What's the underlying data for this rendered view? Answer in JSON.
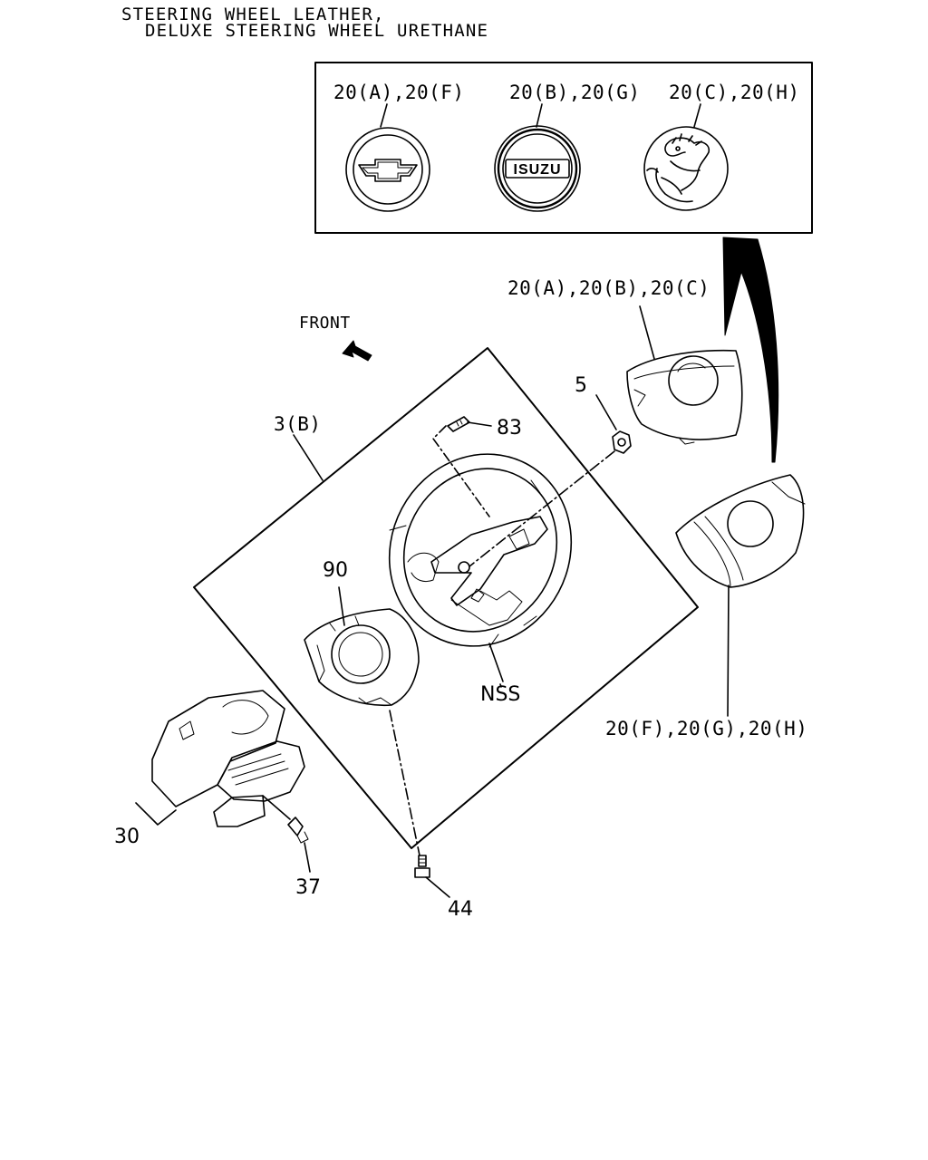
{
  "title": {
    "line1": "STEERING WHEEL LEATHER,",
    "line2": "DELUXE STEERING WHEEL URETHANE"
  },
  "callouts": {
    "emblem_chevrolet": "20(A),20(F)",
    "emblem_isuzu": "20(B),20(G)",
    "emblem_holden": "20(C),20(H)",
    "horn_pad_upper": "20(A),20(B),20(C)",
    "horn_pad_lower": "20(F),20(G),20(H)",
    "front": "FRONT",
    "wheel_assy": "3(B)",
    "screw_83": "83",
    "nut_5": "5",
    "cover_90": "90",
    "nss": "NSS",
    "switch_30": "30",
    "screw_37": "37",
    "bolt_44": "44"
  },
  "emblem_text": "ISUZU"
}
